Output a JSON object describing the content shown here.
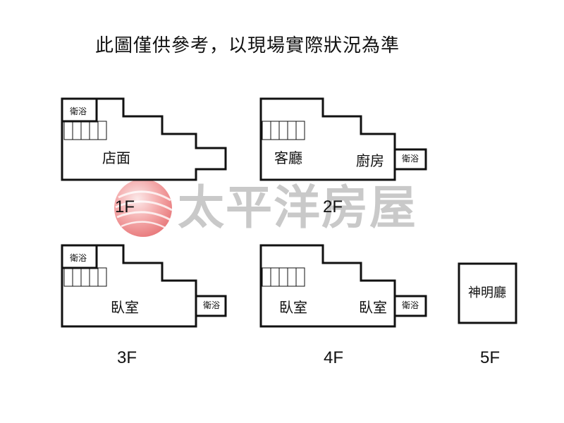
{
  "note": "此圖僅供參考，以現場實際狀況為準",
  "watermark": {
    "text": "太平洋房屋",
    "logo": "pacific-realty-sphere-logo"
  },
  "colors": {
    "wall": "#111111",
    "watermark_gray": "#c9c9c9",
    "logo_red": "#e8585a"
  },
  "floors": {
    "f1": {
      "label": "1F",
      "rooms": [
        "衛浴",
        "店面"
      ]
    },
    "f2": {
      "label": "2F",
      "rooms": [
        "客廳",
        "廚房",
        "衛浴"
      ]
    },
    "f3": {
      "label": "3F",
      "rooms": [
        "衛浴",
        "臥室",
        "衛浴"
      ]
    },
    "f4": {
      "label": "4F",
      "rooms": [
        "臥室",
        "臥室",
        "衛浴"
      ]
    },
    "f5": {
      "label": "5F",
      "rooms": [
        "神明廳"
      ]
    }
  }
}
